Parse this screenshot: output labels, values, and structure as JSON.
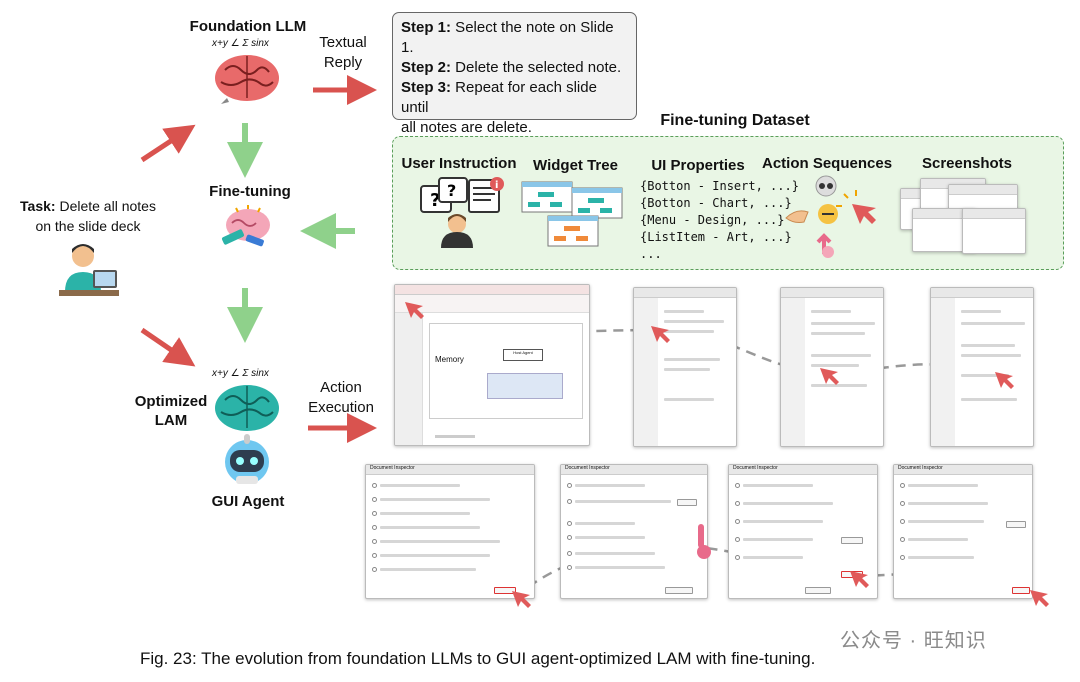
{
  "left": {
    "foundation_llm": "Foundation LLM",
    "textual_reply": [
      "Textual",
      "Reply"
    ],
    "fine_tuning": "Fine-tuning",
    "task_bold": "Task:",
    "task_text_1": "Delete all notes",
    "task_text_2": "on the slide deck",
    "optimized_lam": [
      "Optimized",
      "LAM"
    ],
    "action_execution": [
      "Action",
      "Execution"
    ],
    "gui_agent": "GUI Agent",
    "formula": "x+y ∠ Σ sinx"
  },
  "steps": {
    "s1_label": "Step 1:",
    "s1_text": " Select the note on Slide 1.",
    "s2_label": "Step 2:",
    "s2_text": " Delete the selected note.",
    "s3_label": "Step 3:",
    "s3_text": " Repeat for each slide until",
    "s3_cont": "all notes are delete.",
    "ellipsis": "..."
  },
  "dataset": {
    "title": "Fine-tuning Dataset",
    "columns": [
      "User Instruction",
      "Widget Tree",
      "UI Properties",
      "Action Sequences",
      "Screenshots"
    ],
    "ui_properties": [
      "{Botton  -  Insert, ...}",
      "{Botton - Chart,  ...}",
      "{Menu  -  Design, ...}",
      "{ListItem  -  Art, ...}",
      "..."
    ]
  },
  "screens": {
    "ppt_slide_title": "Memory",
    "ppt_agent_box": "Host Agent",
    "dialog_title": "Document Inspector"
  },
  "caption": "Fig. 23: The evolution from foundation LLMs to GUI agent-optimized LAM with fine-tuning.",
  "watermark": "公众号 · 旺知识",
  "colors": {
    "arrow_red": "#d9534f",
    "arrow_green": "#8fd18b",
    "panel_bg": "#e9f6e5",
    "panel_border": "#5a9e5a",
    "brain_pink": "#e86a6a",
    "brain_teal": "#2bb3a8"
  }
}
